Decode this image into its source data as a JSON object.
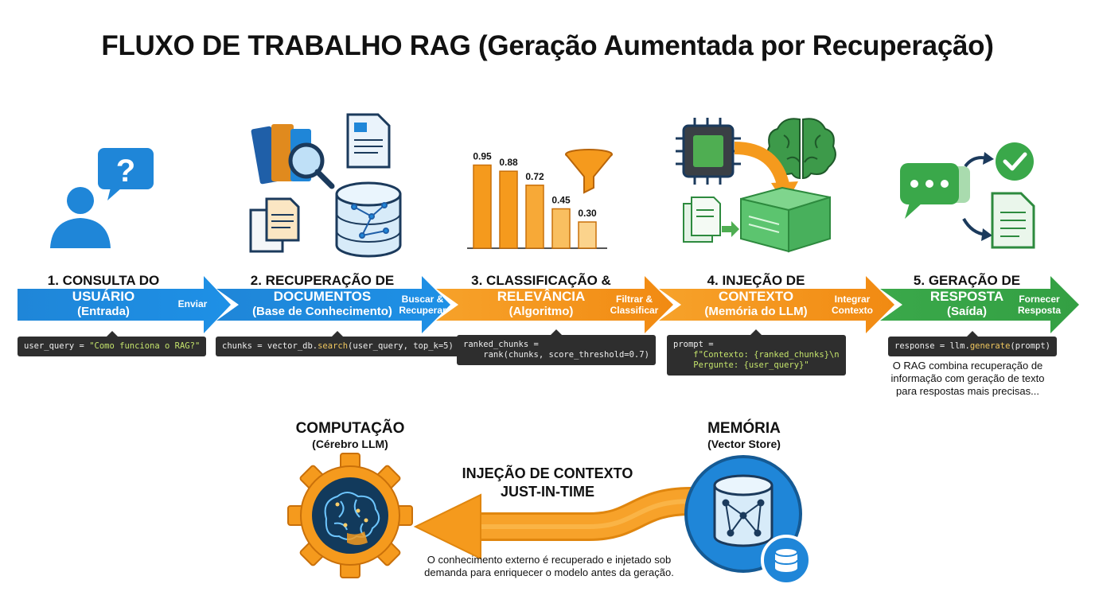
{
  "title": "FLUXO DE TRABALHO RAG (Geração Aumentada por Recuperação)",
  "steps": [
    {
      "title_line1": "1. CONSULTA DO",
      "title_line2": "USUÁRIO",
      "sub": "(Entrada)",
      "verb": "Enviar",
      "color": "#1f86d8",
      "code": [
        "user_query = ",
        "\"Como funciona o RAG?\""
      ]
    },
    {
      "title_line1": "2. RECUPERAÇÃO DE",
      "title_line2": "DOCUMENTOS",
      "sub": "(Base de Conhecimento)",
      "verb": "Buscar & Recuperar",
      "color": "#1f86d8",
      "code": [
        "chunks = vector_db.",
        "search",
        "(user_query, top_k=5)"
      ]
    },
    {
      "title_line1": "3. CLASSIFICAÇÃO &",
      "title_line2": "RELEVÂNCIA",
      "sub": "(Algoritmo)",
      "verb": "Filtrar & Classificar",
      "color": "#f59a1d",
      "code": [
        "ranked_chunks =",
        "    rank(chunks, score_threshold=0.7)"
      ]
    },
    {
      "title_line1": "4. INJEÇÃO DE",
      "title_line2": "CONTEXTO",
      "sub": "(Memória do LLM)",
      "verb": "Integrar Contexto",
      "color": "#f59a1d",
      "code": [
        "prompt =",
        "    f\"Contexto: {ranked_chunks}\\n",
        "    Pergunte: {user_query}\""
      ]
    },
    {
      "title_line1": "5. GERAÇÃO DE",
      "title_line2": "RESPOSTA",
      "sub": "(Saída)",
      "verb": "Fornecer Resposta",
      "color": "#3aa84a",
      "code": [
        "response = llm.",
        "generate",
        "(prompt)"
      ]
    }
  ],
  "ranking_values": [
    "0.95",
    "0.88",
    "0.72",
    "0.45",
    "0.30"
  ],
  "ranking_numbers": [
    0.95,
    0.88,
    0.72,
    0.45,
    0.3
  ],
  "summary_note": "O RAG combina recuperação de informação com geração de texto para respostas mais precisas...",
  "bottom": {
    "compute_title": "COMPUTAÇÃO",
    "compute_sub": "(Cérebro LLM)",
    "memory_title": "MEMÓRIA",
    "memory_sub": "(Vector Store)",
    "injection_line1": "INJEÇÃO DE CONTEXTO",
    "injection_line2": "JUST-IN-TIME",
    "caption_line1": "O conhecimento externo é recuperado e injetado sob",
    "caption_line2": "demanda para enriquecer o modelo antes da geração."
  },
  "colors": {
    "blue": "#1f86d8",
    "orange": "#f59a1d",
    "green": "#3aa84a",
    "dark": "#2e2e2e"
  },
  "icons": [
    "user-icon",
    "question-bubble-icon",
    "books-icon",
    "magnifier-icon",
    "document-icon",
    "database-icon",
    "bar-chart-icon",
    "funnel-icon",
    "chip-icon",
    "brain-icon",
    "context-box-icon",
    "chat-bubble-icon",
    "checkmark-icon",
    "gear-brain-icon",
    "vector-store-icon"
  ]
}
